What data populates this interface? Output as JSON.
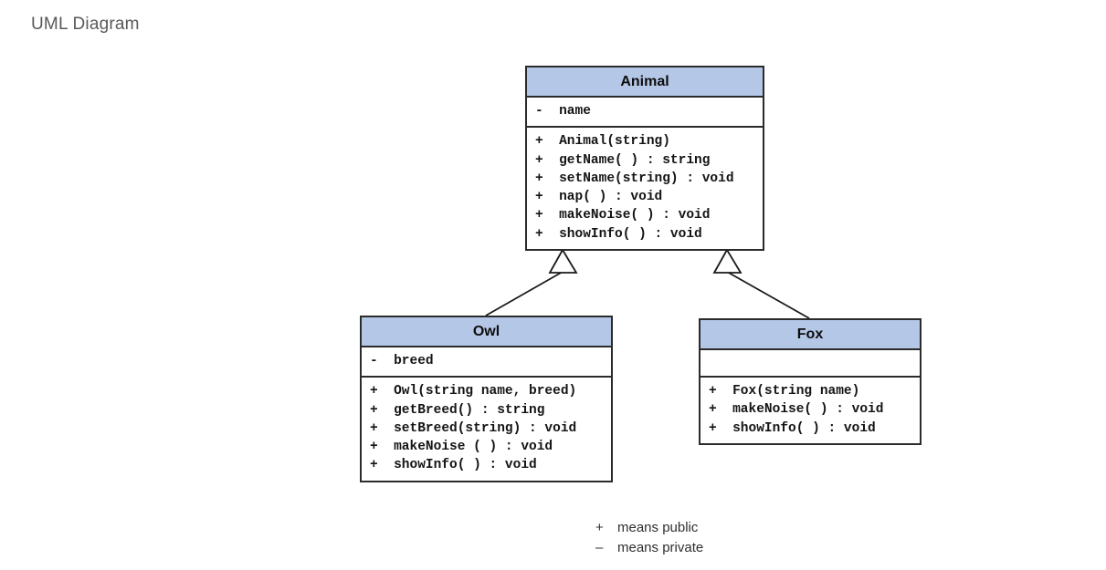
{
  "page": {
    "title": "UML Diagram"
  },
  "theme": {
    "header_fill": "#b4c7e7",
    "border_color": "#2b2b2b",
    "body_fill": "#ffffff",
    "title_text_color": "#595959",
    "member_text_color": "#141414"
  },
  "diagram": {
    "type": "uml-class-diagram",
    "classes": [
      {
        "id": "animal",
        "name": "Animal",
        "attributes": [
          "-  name"
        ],
        "methods": [
          "+  Animal(string)",
          "+  getName( ) : string",
          "+  setName(string) : void",
          "+  nap( ) : void",
          "+  makeNoise( ) : void",
          "+  showInfo( ) : void"
        ]
      },
      {
        "id": "owl",
        "name": "Owl",
        "attributes": [
          "-  breed"
        ],
        "methods": [
          "+  Owl(string name, breed)",
          "+  getBreed() : string",
          "+  setBreed(string) : void",
          "+  makeNoise ( ) : void",
          "+  showInfo( ) : void"
        ]
      },
      {
        "id": "fox",
        "name": "Fox",
        "attributes": [],
        "methods": [
          "+  Fox(string name)",
          "+  makeNoise( ) : void",
          "+  showInfo( ) : void"
        ]
      }
    ],
    "relationships": [
      {
        "type": "generalization",
        "from": "Owl",
        "to": "Animal"
      },
      {
        "type": "generalization",
        "from": "Fox",
        "to": "Animal"
      }
    ]
  },
  "legend": {
    "rows": [
      {
        "symbol": "+",
        "text": "means public"
      },
      {
        "symbol": "–",
        "text": "means private"
      }
    ]
  }
}
